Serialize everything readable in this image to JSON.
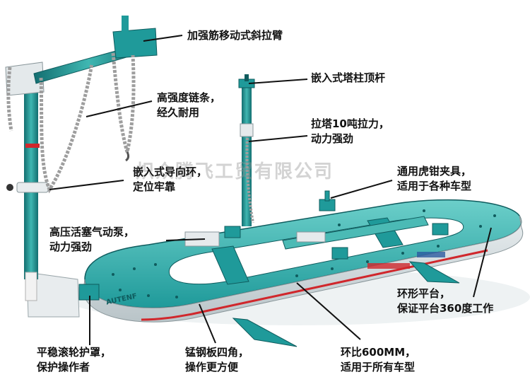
{
  "colors": {
    "frame": "#1f9a9a",
    "frame_dark": "#136e70",
    "frame_light": "#5cc6c2",
    "chain": "#a9a9a9",
    "red_stripe": "#d0272c",
    "leader_line": "#111111"
  },
  "watermark": "炽众腾飞工贸有限公司",
  "brand_on_frame": "AUTENF",
  "callouts": {
    "diagonal_arm": {
      "lines": [
        "加强筋移动式斜拉臂"
      ]
    },
    "tower_top_rod": {
      "lines": [
        "嵌入式塔柱顶杆"
      ]
    },
    "chain": {
      "lines": [
        "高强度链条，",
        "经久耐用"
      ]
    },
    "tower_pull": {
      "lines": [
        "拉塔10吨拉力，",
        "动力强劲"
      ]
    },
    "guide_ring": {
      "lines": [
        "嵌入式导向环，",
        "定位牢靠"
      ]
    },
    "clamp": {
      "lines": [
        "通用虎钳夹具，",
        "适用于各种车型"
      ]
    },
    "pump": {
      "lines": [
        "高压活塞气动泵，",
        "动力强劲"
      ]
    },
    "platform": {
      "lines": [
        "环形平台，",
        "保证平台360度工作"
      ]
    },
    "roller_cover": {
      "lines": [
        "平稳滚轮护罩，",
        "保护操作者"
      ]
    },
    "steel_corner": {
      "lines": [
        "锰钢板四角，",
        "操作更方便"
      ]
    },
    "ring_size": {
      "lines": [
        "环比600MM，",
        "适用于所有车型"
      ]
    }
  }
}
